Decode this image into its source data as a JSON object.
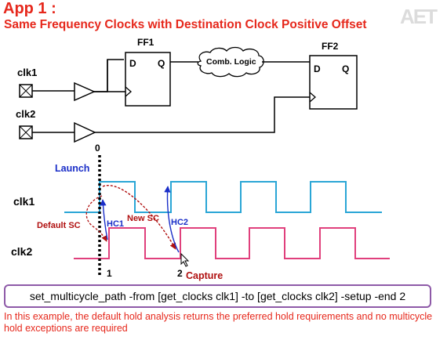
{
  "header": {
    "title": "App 1 :",
    "subtitle": "Same Frequency Clocks with Destination Clock Positive Offset",
    "logo_text": "AET"
  },
  "schematic": {
    "clk1_label": "clk1",
    "clk2_label": "clk2",
    "ff1_label": "FF1",
    "ff2_label": "FF2",
    "ff1_d": "D",
    "ff1_q": "Q",
    "ff2_d": "D",
    "ff2_q": "Q",
    "comb_logic": "Comb. Logic"
  },
  "waveform": {
    "clk1_label": "clk1",
    "clk2_label": "clk2",
    "launch": "Launch",
    "zero": "0",
    "edge1": "1",
    "edge2": "2",
    "capture": "Capture",
    "default_sc": "Default SC",
    "new_sc": "New SC",
    "hc1": "HC1",
    "hc2": "HC2"
  },
  "command": "set_multicycle_path -from [get_clocks clk1] -to [get_clocks clk2] -setup -end 2",
  "note": "In this example, the default hold analysis returns the preferred hold requirements and no multicycle hold exceptions are required",
  "colors": {
    "title": "#e6281c",
    "clk1_wave": "#2aa6d6",
    "clk2_wave": "#e0407c",
    "annotation_red": "#b01010",
    "annotation_blue": "#1a2ec8",
    "box_border": "#8e5aa8"
  }
}
